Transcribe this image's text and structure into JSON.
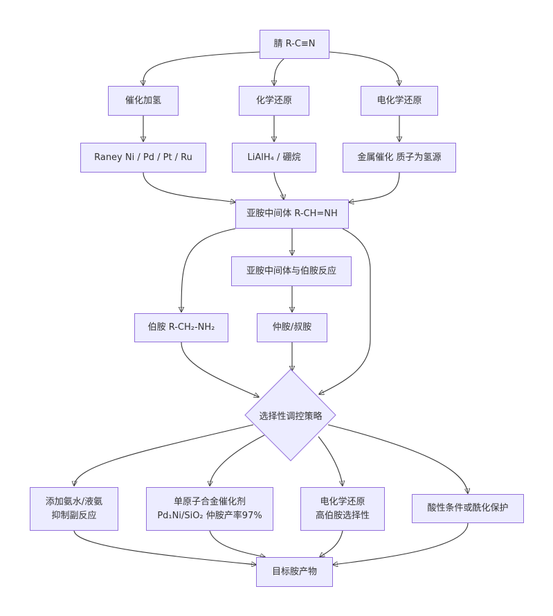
{
  "colors": {
    "node_fill": "#ECECFF",
    "node_border": "#9370DB",
    "edge": "#333333",
    "text": "#333333"
  },
  "nodes": {
    "nitrile": "腈 R-C≡N",
    "cat_hydro": "催化加氢",
    "chem_red": "化学还原",
    "electro_red": "电化学还原",
    "raney": "Raney Ni / Pd / Pt / Ru",
    "lialh": "LiAlH₄ / 硼烷",
    "metal_cat": "金属催化 质子为氢源",
    "imine": "亚胺中间体 R-CH=NH",
    "imine_react": "亚胺中间体与伯胺反应",
    "primary": "伯胺 R-CH₂-NH₂",
    "secondary": "仲胺/叔胺",
    "strategy": "选择性调控策略",
    "ammonia_l1": "添加氨水/液氨",
    "ammonia_l2": "抑制副反应",
    "sac_l1": "单原子合金催化剂",
    "sac_l2": "Pd₁Ni/SiO₂ 仲胺产率97%",
    "electro_l1": "电化学还原",
    "electro_l2": "高伯胺选择性",
    "acid": "酸性条件或酰化保护",
    "target": "目标胺产物"
  }
}
